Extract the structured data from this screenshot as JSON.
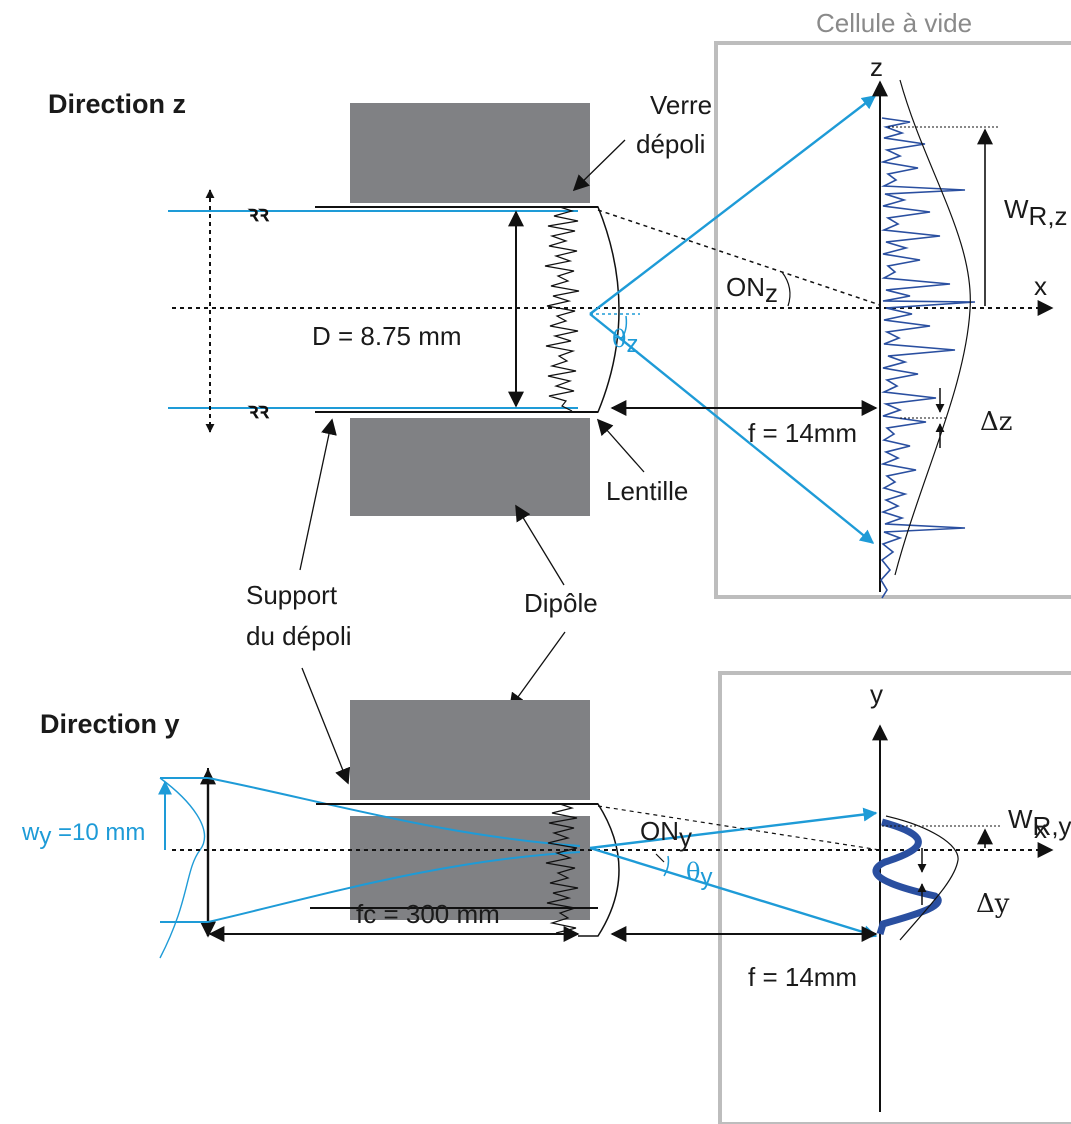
{
  "top": {
    "title": "Direction z",
    "cell_label": "Cellule à vide",
    "axis_z": "z",
    "axis_x": "x",
    "verre_line1": "Verre",
    "verre_line2": "dépoli",
    "diameter": "D = 8.75 mm",
    "theta": "θ",
    "theta_sub": "z",
    "on": "ON",
    "on_sub": "z",
    "w": "W",
    "w_sub": "R,z",
    "focal": "f = 14mm",
    "delta": "Δz",
    "lens": "Lentille"
  },
  "middle": {
    "support_line1": "Support",
    "support_line2": "du dépoli",
    "dipole": "Dipôle"
  },
  "bottom": {
    "title": "Direction y",
    "axis_y": "y",
    "axis_x": "x",
    "waist": "w",
    "waist_sub": "y",
    "waist_val": " =10 mm",
    "fc": "fc = 300 mm",
    "on": "ON",
    "on_sub": "y",
    "theta": "θ",
    "theta_sub": "y",
    "w": "W",
    "w_sub": "R,y",
    "focal": "f = 14mm",
    "delta": "Δy"
  },
  "colors": {
    "beam": "#1e9bd7",
    "speckle": "#2a4fa0",
    "block": "#808184",
    "frame": "#bdbdbd"
  }
}
